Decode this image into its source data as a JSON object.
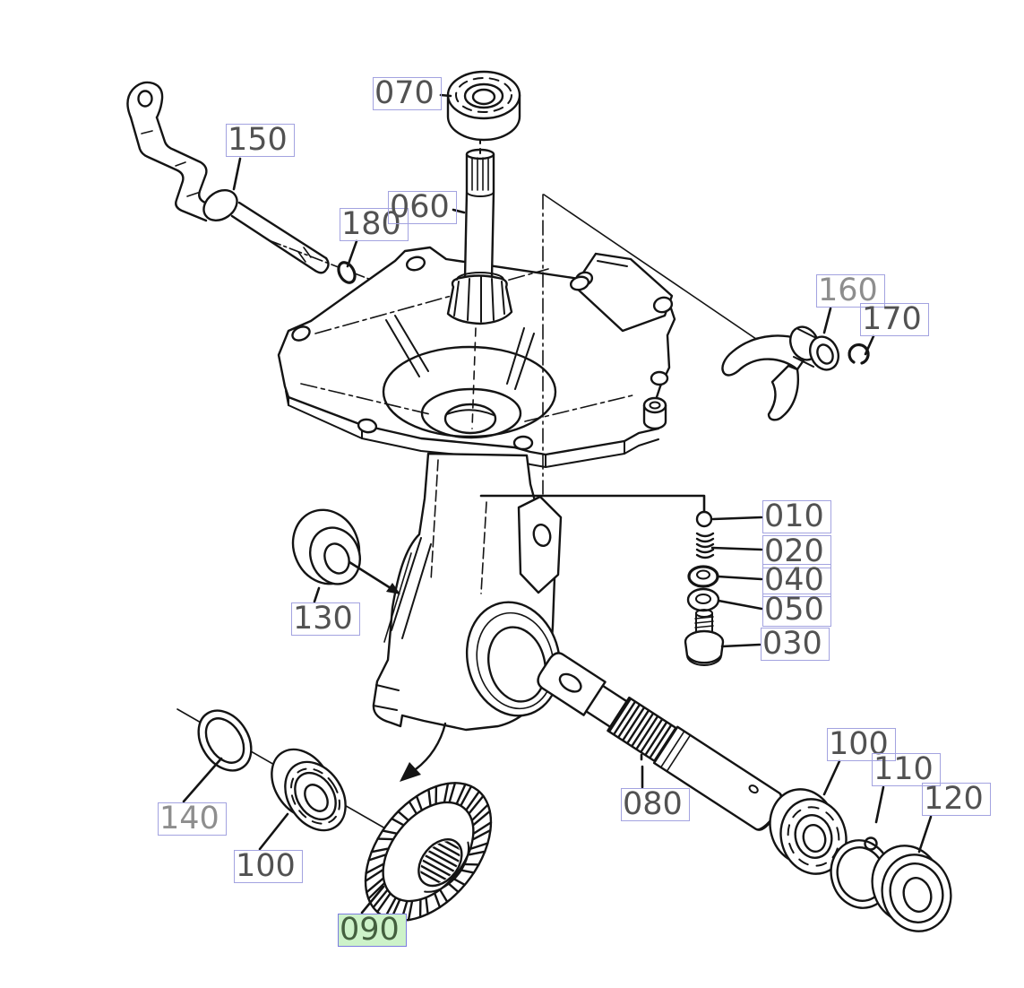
{
  "diagram": {
    "type": "exploded-parts-diagram",
    "labels": [
      {
        "text": "070"
      },
      {
        "text": "150"
      },
      {
        "text": "180"
      },
      {
        "text": "060"
      },
      {
        "text": "160",
        "muted": true
      },
      {
        "text": "170"
      },
      {
        "text": "010"
      },
      {
        "text": "020"
      },
      {
        "text": "040"
      },
      {
        "text": "050"
      },
      {
        "text": "030"
      },
      {
        "text": "130"
      },
      {
        "text": "140",
        "muted": true
      },
      {
        "text": "100"
      },
      {
        "text": "090",
        "highlighted": true
      },
      {
        "text": "080"
      },
      {
        "text": "100"
      },
      {
        "text": "110"
      },
      {
        "text": "120"
      }
    ],
    "highlighted_label": "090",
    "colors": {
      "line": "#141414",
      "label_text": "#525252",
      "muted_label_text": "#8e8e8e",
      "label_box_border": "#a3a3e0",
      "highlight_bg": "#cdf2c9",
      "highlight_border": "#7d7de0",
      "highlight_text": "#44603f"
    }
  }
}
